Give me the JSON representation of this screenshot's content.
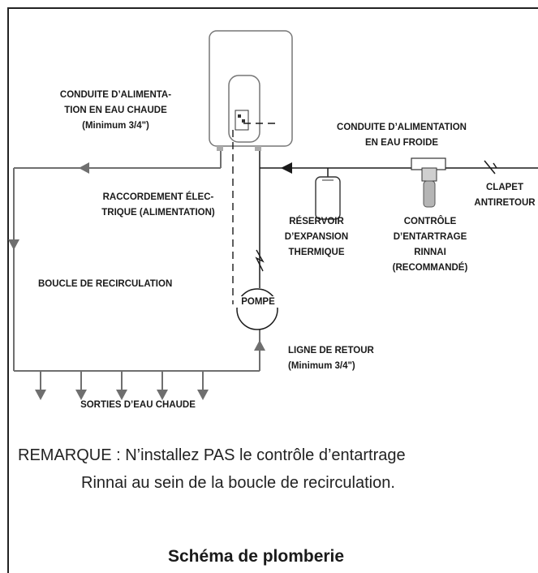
{
  "labels": {
    "hot_supply_line_1": "CONDUITE D’ALIMENTA-",
    "hot_supply_line_2": "TION EN EAU CHAUDE",
    "hot_supply_line_3": "(Minimum 3/4\")",
    "cold_supply_line_1": "CONDUITE D’ALIMENTATION",
    "cold_supply_line_2": "EN EAU FROIDE",
    "check_valve_line_1": "CLAPET",
    "check_valve_line_2": "ANTIRETOUR",
    "electrical_line_1": "RACCORDEMENT ÉLEC-",
    "electrical_line_2": "TRIQUE (ALIMENTATION)",
    "expansion_tank_line_1": "RÉSERVOIR",
    "expansion_tank_line_2": "D’EXPANSION",
    "expansion_tank_line_3": "THERMIQUE",
    "scale_control_line_1": "CONTRÔLE",
    "scale_control_line_2": "D’ENTARTRAGE",
    "scale_control_line_3": "RINNAI",
    "scale_control_line_4": "(RECOMMANDÉ)",
    "recirc_loop": "BOUCLE DE RECIRCULATION",
    "pump": "POMPE",
    "return_line_1": "LIGNE DE RETOUR",
    "return_line_2": "(Minimum 3/4\")",
    "hot_outlets": "SORTIES D’EAU CHAUDE"
  },
  "note": {
    "line_1": "REMARQUE : N’installez PAS le contrôle d’entartrage",
    "line_2": "Rinnai au sein de la boucle de recirculation."
  },
  "caption": "Schéma de plomberie",
  "colors": {
    "pipe": "#6f6f6f",
    "line": "#1a1a1a",
    "frame": "#222222"
  }
}
